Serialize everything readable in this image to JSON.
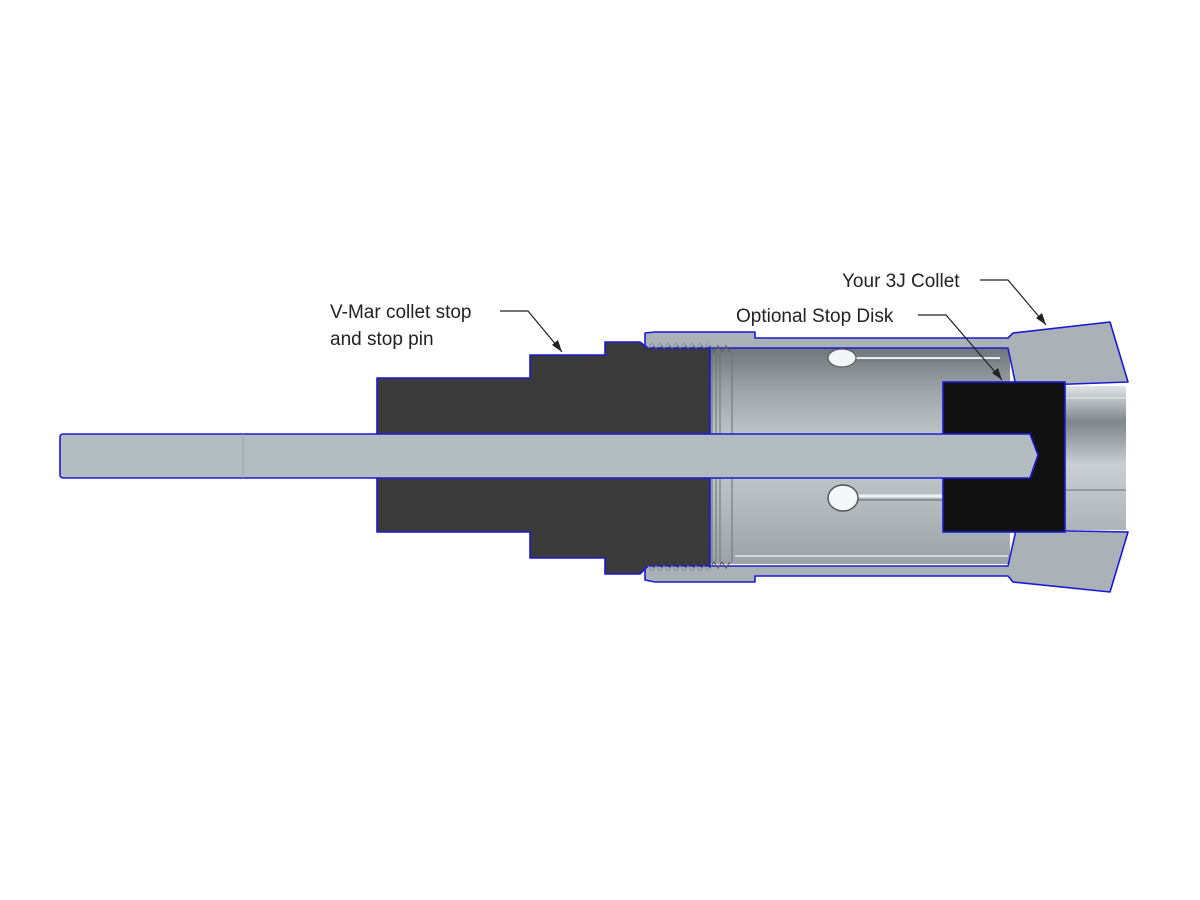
{
  "callouts": {
    "stop_line1": "V-Mar collet stop",
    "stop_line2": "and stop pin",
    "disk": "Optional Stop Disk",
    "collet": "Your 3J Collet"
  },
  "colors": {
    "outline": "#1a1ad6",
    "stop_body": "#3a3a3a",
    "stop_disk": "#111111",
    "collet_metal": "#aab2b7",
    "pin_metal": "#b3bcc1",
    "leader": "#222222"
  }
}
